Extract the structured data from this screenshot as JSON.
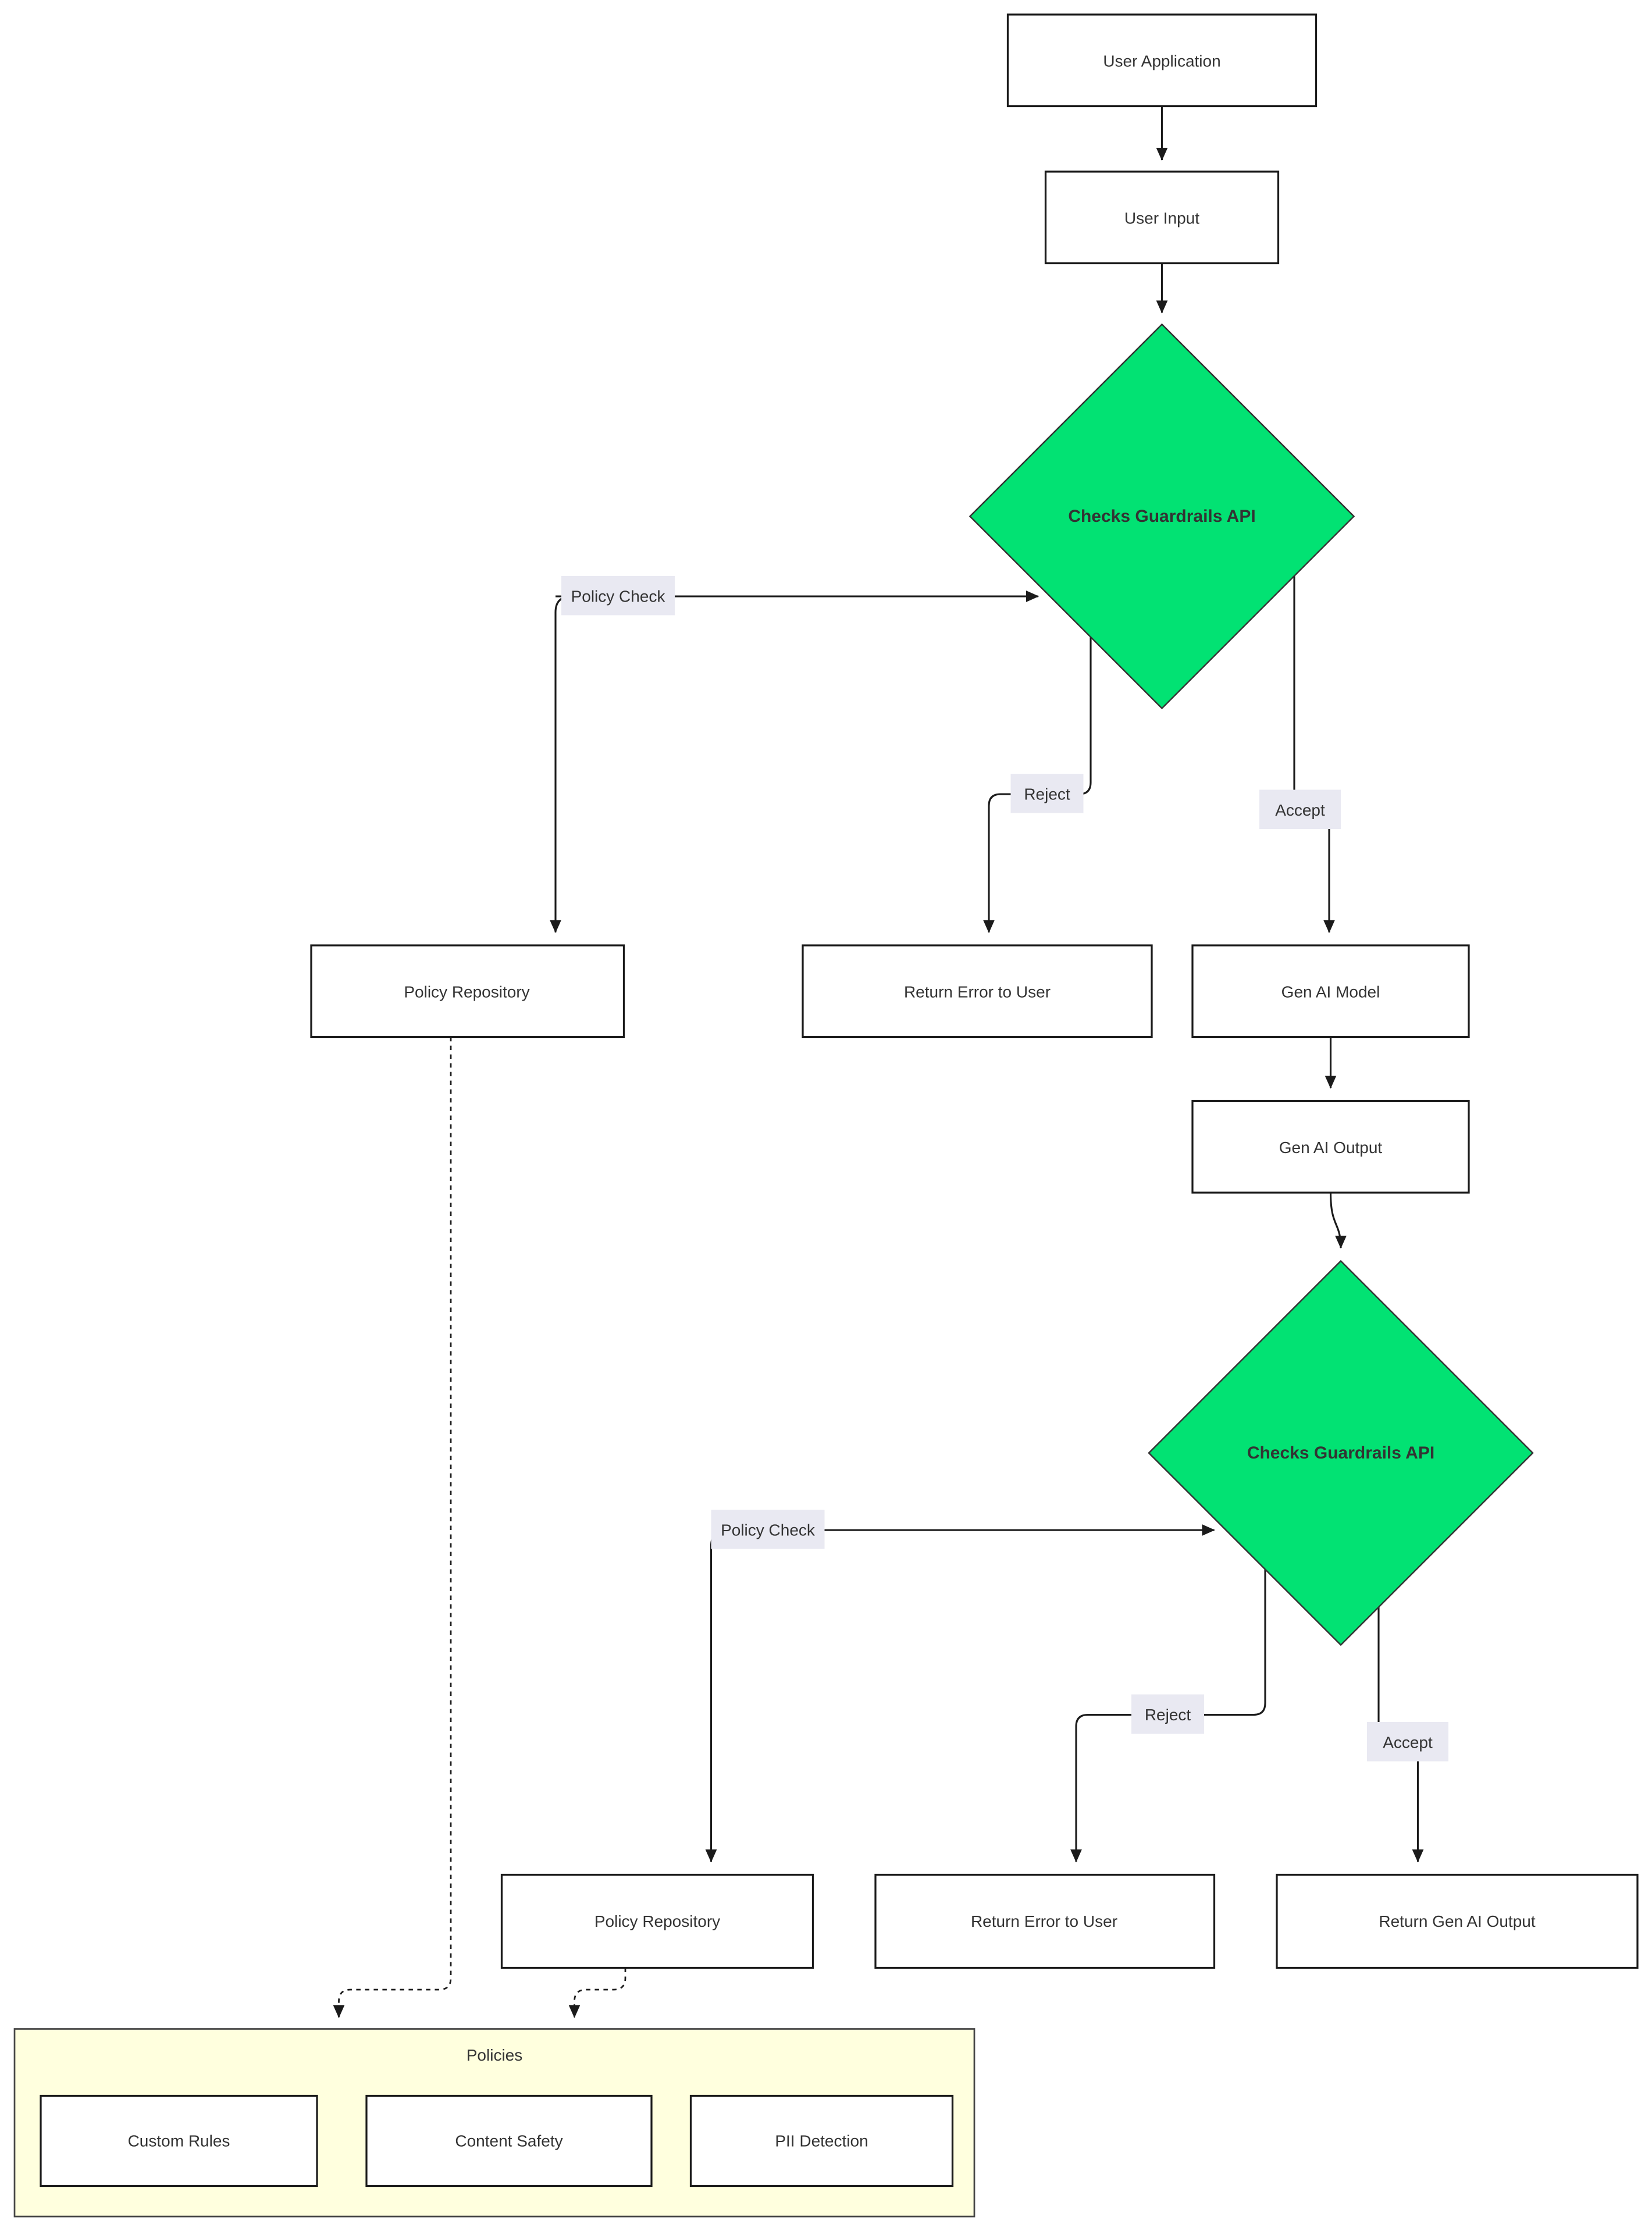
{
  "diagram": {
    "type": "flowchart",
    "nodes": {
      "user_application": {
        "label": "User Application"
      },
      "user_input": {
        "label": "User Input"
      },
      "guardrails_check_input": {
        "label": "Checks Guardrails API"
      },
      "policy_repository_1": {
        "label": "Policy Repository"
      },
      "return_error_1": {
        "label": "Return Error to User"
      },
      "gen_ai_model": {
        "label": "Gen AI Model"
      },
      "gen_ai_output": {
        "label": "Gen AI Output"
      },
      "guardrails_check_output": {
        "label": "Checks Guardrails API"
      },
      "policy_repository_2": {
        "label": "Policy Repository"
      },
      "return_error_2": {
        "label": "Return Error to User"
      },
      "return_gen_ai_output": {
        "label": "Return Gen AI Output"
      },
      "custom_rules": {
        "label": "Custom Rules"
      },
      "content_safety": {
        "label": "Content Safety"
      },
      "pii_detection": {
        "label": "PII Detection"
      }
    },
    "cluster": {
      "title": "Policies"
    },
    "edge_labels": {
      "policy_check_1": "Policy Check",
      "reject_1": "Reject",
      "accept_1": "Accept",
      "policy_check_2": "Policy Check",
      "reject_2": "Reject",
      "accept_2": "Accept"
    },
    "colors": {
      "decision_fill": "#02E273",
      "node_fill": "#ffffff",
      "node_border": "#1b1b1b",
      "cluster_fill": "#FFFFDE",
      "edge_label_bg": "#E9E9F2",
      "edge_color": "#1b1b1b",
      "text_color": "#333333"
    }
  }
}
